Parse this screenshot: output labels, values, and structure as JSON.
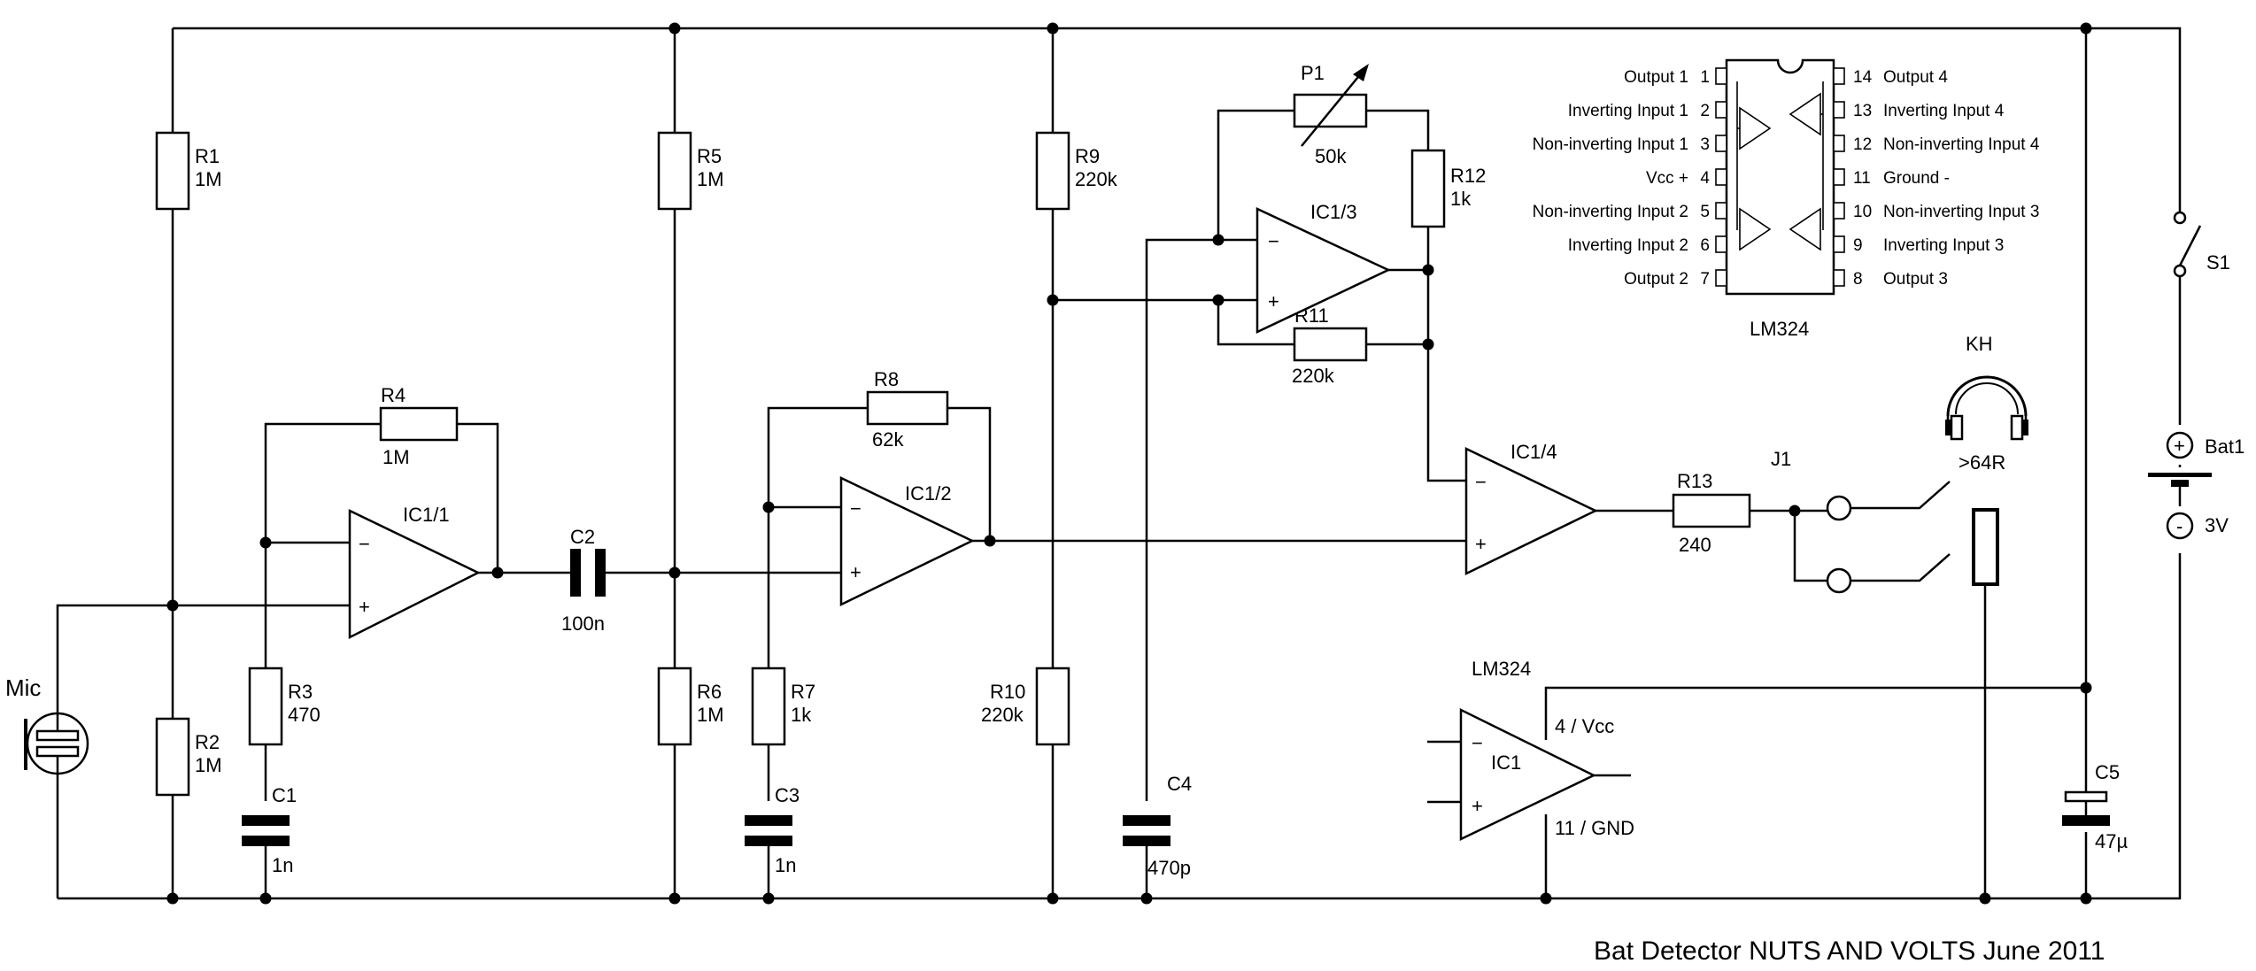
{
  "title": "Bat Detector  NUTS AND VOLTS  June 2011",
  "components": {
    "R1": {
      "ref": "R1",
      "value": "1M"
    },
    "R2": {
      "ref": "R2",
      "value": "1M"
    },
    "R3": {
      "ref": "R3",
      "value": "470"
    },
    "R4": {
      "ref": "R4",
      "value": "1M"
    },
    "R5": {
      "ref": "R5",
      "value": "1M"
    },
    "R6": {
      "ref": "R6",
      "value": "1M"
    },
    "R7": {
      "ref": "R7",
      "value": "1k"
    },
    "R8": {
      "ref": "R8",
      "value": "62k"
    },
    "R9": {
      "ref": "R9",
      "value": "220k"
    },
    "R10": {
      "ref": "R10",
      "value": "220k"
    },
    "R11": {
      "ref": "R11",
      "value": "220k"
    },
    "R12": {
      "ref": "R12",
      "value": "1k"
    },
    "R13": {
      "ref": "R13",
      "value": "240"
    },
    "P1": {
      "ref": "P1",
      "value": "50k"
    },
    "C1": {
      "ref": "C1",
      "value": "1n"
    },
    "C2": {
      "ref": "C2",
      "value": "100n"
    },
    "C3": {
      "ref": "C3",
      "value": "1n"
    },
    "C4": {
      "ref": "C4",
      "value": "470p"
    },
    "C5": {
      "ref": "C5",
      "value": "47µ"
    },
    "IC1_1": {
      "ref": "IC1/1"
    },
    "IC1_2": {
      "ref": "IC1/2"
    },
    "IC1_3": {
      "ref": "IC1/3"
    },
    "IC1_4": {
      "ref": "IC1/4"
    },
    "IC1": {
      "ref": "IC1",
      "part": "LM324",
      "vcc": "4 / Vcc",
      "gnd": "11 / GND"
    },
    "Mic": {
      "ref": "Mic"
    },
    "J1": {
      "ref": "J1"
    },
    "KH": {
      "ref": "KH",
      "value": ">64R"
    },
    "S1": {
      "ref": "S1"
    },
    "Bat1": {
      "ref": "Bat1",
      "value": "3V"
    }
  },
  "opamp_signs": {
    "minus": "−",
    "plus": "+",
    "vcc_plus": "+",
    "bat_minus": "-"
  },
  "pinout": {
    "part": "LM324",
    "left": [
      {
        "label": "Output 1",
        "pin": "1"
      },
      {
        "label": "Inverting Input 1",
        "pin": "2"
      },
      {
        "label": "Non-inverting Input 1",
        "pin": "3"
      },
      {
        "label": "Vcc  +",
        "pin": "4"
      },
      {
        "label": "Non-inverting Input 2",
        "pin": "5"
      },
      {
        "label": "Inverting Input 2",
        "pin": "6"
      },
      {
        "label": "Output 2",
        "pin": "7"
      }
    ],
    "right": [
      {
        "label": "Output 4",
        "pin": "14"
      },
      {
        "label": "Inverting Input 4",
        "pin": "13"
      },
      {
        "label": "Non-inverting Input 4",
        "pin": "12"
      },
      {
        "label": "Ground  -",
        "pin": "11"
      },
      {
        "label": "Non-inverting Input 3",
        "pin": "10"
      },
      {
        "label": "Inverting Input 3",
        "pin": "9"
      },
      {
        "label": "Output 3",
        "pin": "8"
      }
    ]
  }
}
